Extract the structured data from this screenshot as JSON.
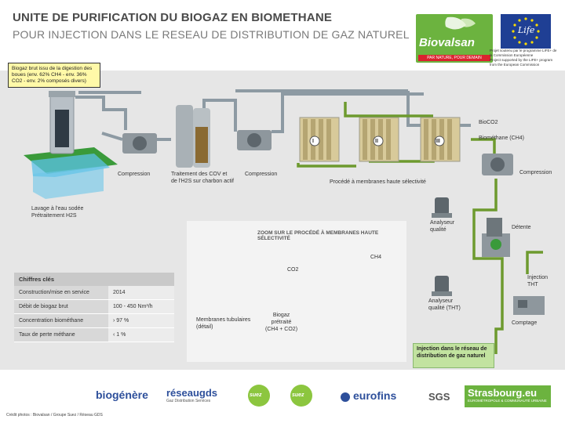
{
  "title": {
    "line1": "UNITE DE PURIFICATION DU BIOGAZ EN BIOMETHANE",
    "line2": "POUR INJECTION DANS LE RESEAU DE DISTRIBUTION DE GAZ NATUREL"
  },
  "header_logos": {
    "biovalsan": "Biovalsan",
    "biovalsan_tagline": "PAR NATURE, POUR DEMAIN",
    "life": "Life",
    "life_caption_fr": "Projet soutenu par le programme LIFE+ de la Commission Européenne",
    "life_caption_en": "Project supported by the LIFE+ program from the European Commission"
  },
  "callout": {
    "text": "Biogaz brut issu de la digestion des boues (env. 62% CH4 - env. 36% CO2 - env. 2% composés divers)"
  },
  "labels": {
    "lavage_line1": "Lavage à l'eau sodée",
    "lavage_line2": "Prétraitement H2S",
    "compression1": "Compression",
    "cov_line1": "Traitement des COV et",
    "cov_line2": "de l'H2S sur charbon actif",
    "compression2": "Compression",
    "membranes_proc": "Procédé à membranes haute sélectivité",
    "stage1": "I",
    "stage2": "II",
    "stage3": "III",
    "bioco2": "BioCO2",
    "biomethane": "Biométhane (CH4)",
    "compression3": "Compression",
    "analyseur1_line1": "Analyseur",
    "analyseur1_line2": "qualité",
    "detente": "Détente",
    "injection_line1": "Injection",
    "injection_line2": "THT",
    "analyseur2_line1": "Analyseur",
    "analyseur2_line2": "qualité (THT)",
    "comptage": "Comptage",
    "injection_reseau": "Injection dans le réseau de distribution de gaz naturel"
  },
  "zoom": {
    "title": "ZOOM SUR LE PROCÉDÉ À MEMBRANES HAUTE SÉLECTIVITÉ",
    "membranes_line1": "Membranes tubulaires",
    "membranes_line2": "(détail)",
    "co2": "CO2",
    "ch4": "CH4",
    "biogaz_line1": "Biogaz",
    "biogaz_line2": "prétraité",
    "biogaz_line3": "(CH4 + CO2)"
  },
  "key_figures": {
    "title": "Chiffres clés",
    "rows": [
      {
        "label": "Construction/mise en service",
        "value": "2014"
      },
      {
        "label": "Débit de biogaz brut",
        "value": "100 - 450 Nm³/h"
      },
      {
        "label": "Concentration biométhane",
        "value": "› 97 %"
      },
      {
        "label": "Taux de perte méthane",
        "value": "‹ 1 %"
      }
    ]
  },
  "partners": [
    "biogénère",
    "réseaugds",
    "suez",
    "suez",
    "eurofins",
    "SGS",
    "Strasbourg.eu"
  ],
  "partner_captions": {
    "reseaugds": "Gaz Distribution Services",
    "strasbourg": "EUROMÉTROPOLE & COMMUNAUTÉ URBAINE"
  },
  "credit": "Crédit photos : Biovalsan / Groupe Suez / Réseau GDS",
  "colors": {
    "background": "#e6e6e6",
    "green": "#6cb33f",
    "pipe_grey": "#8d9aa3",
    "pipe_green": "#6d9a2e",
    "callout": "#fff9a8",
    "eu_blue": "#1f3f94",
    "red": "#d9232e"
  }
}
